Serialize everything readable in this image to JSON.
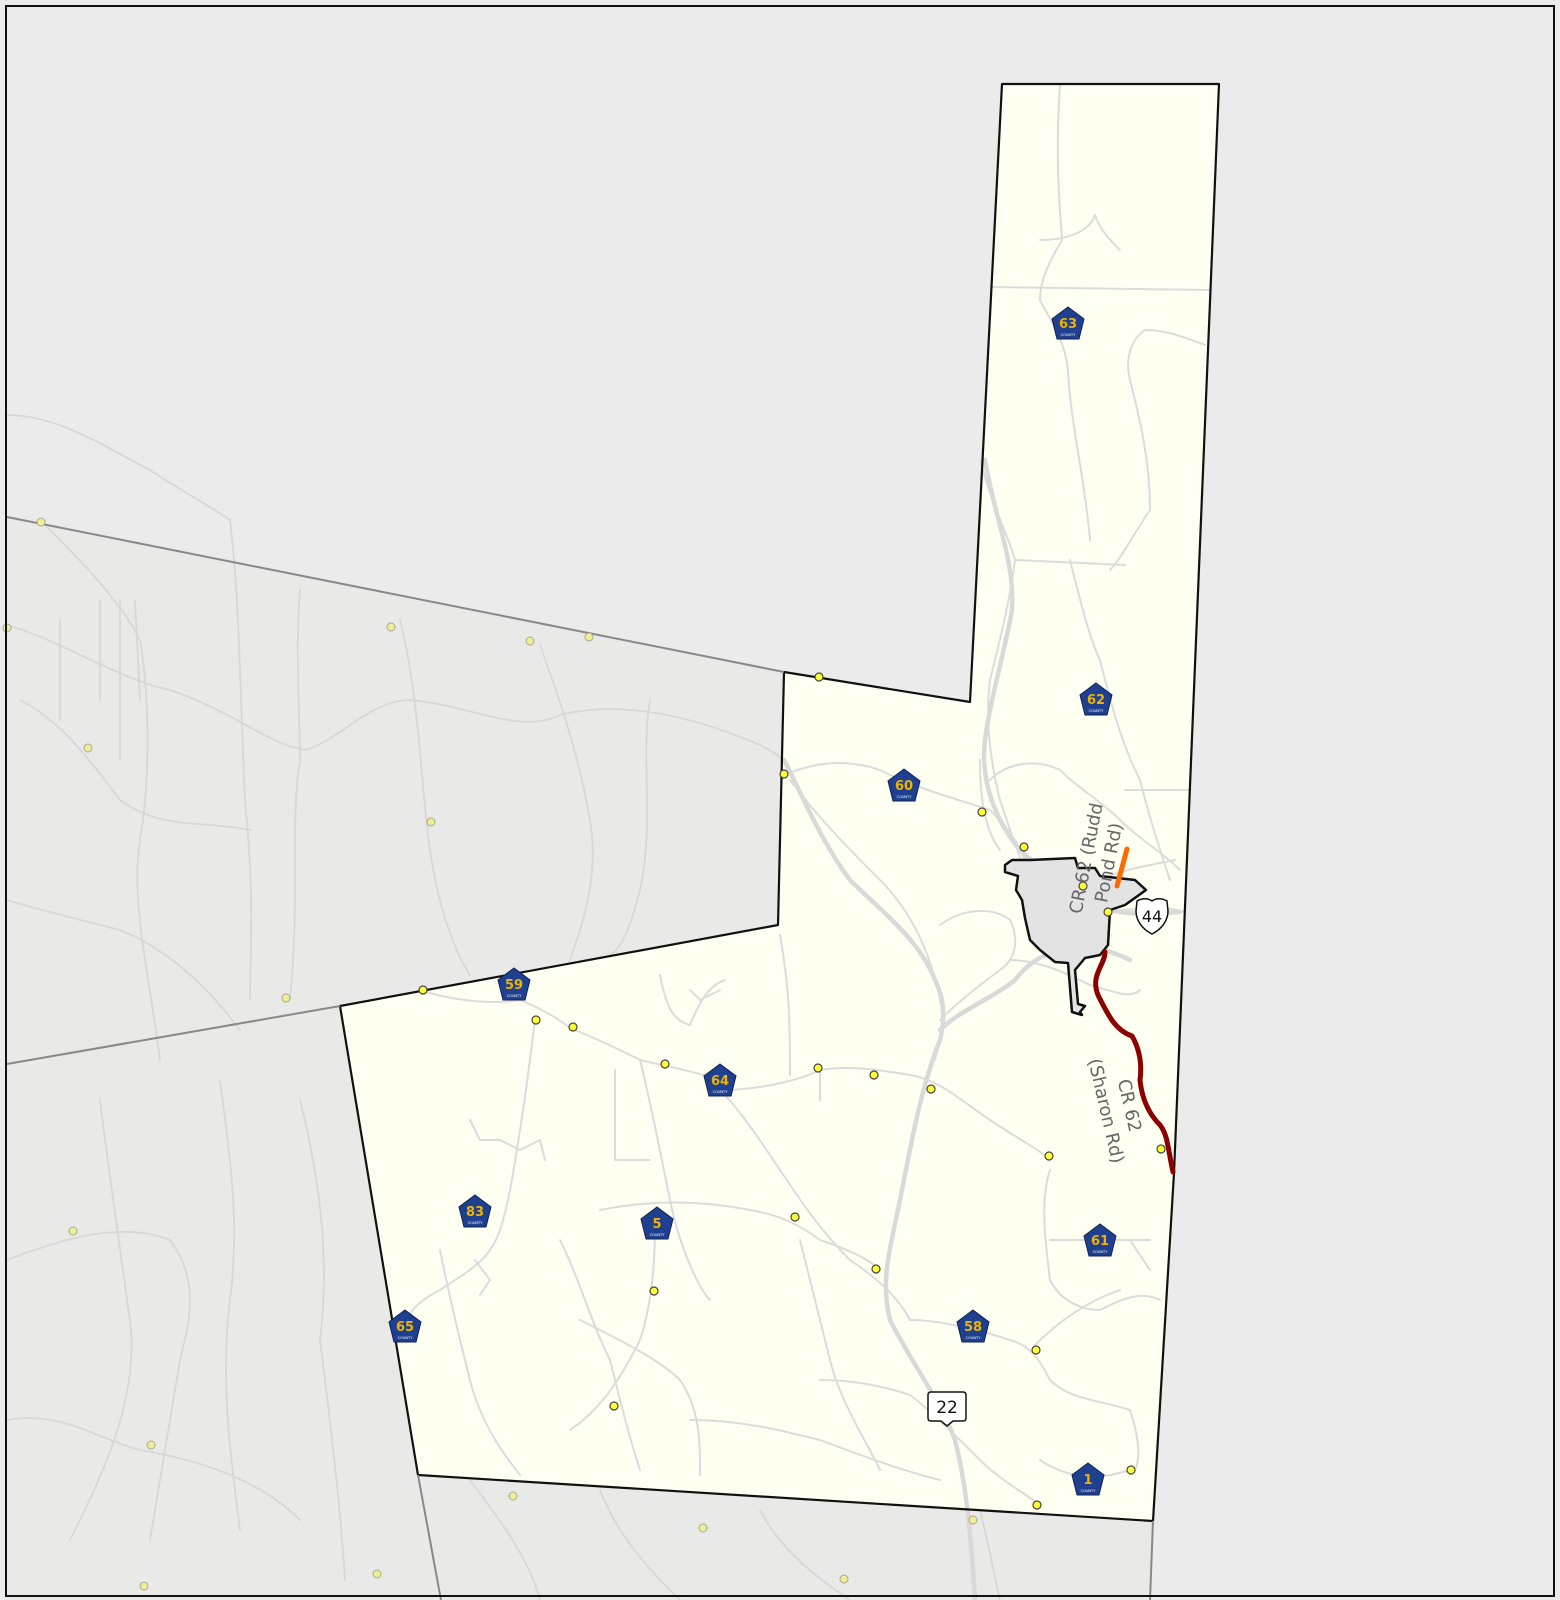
{
  "map": {
    "colors": {
      "background": "#ebebec",
      "neighbor_land": "#e9eae7",
      "town_fill": "#fffff2",
      "village_fill": "#e3e3e3",
      "town_border": "#111111",
      "county_line": "#888888",
      "roads": "#dcdcdc",
      "cr62_sharon_rd": "#8b0000",
      "cr62_rudd_pond_rd": "#ff6a00",
      "county_shield": "#1f3f8f",
      "county_shield_text": "#f0b400",
      "intersection_dot": "#ffff33"
    },
    "county_shields": [
      {
        "id": "63",
        "number": "63",
        "sub": "COUNTY"
      },
      {
        "id": "62",
        "number": "62",
        "sub": "COUNTY"
      },
      {
        "id": "60",
        "number": "60",
        "sub": "COUNTY"
      },
      {
        "id": "59",
        "number": "59",
        "sub": "COUNTY"
      },
      {
        "id": "64",
        "number": "64",
        "sub": "COUNTY"
      },
      {
        "id": "83",
        "number": "83",
        "sub": "COUNTY"
      },
      {
        "id": "5",
        "number": "5",
        "sub": "COUNTY"
      },
      {
        "id": "61",
        "number": "61",
        "sub": "COUNTY"
      },
      {
        "id": "65",
        "number": "65",
        "sub": "COUNTY"
      },
      {
        "id": "58",
        "number": "58",
        "sub": "COUNTY"
      },
      {
        "id": "1",
        "number": "1",
        "sub": "COUNTY"
      }
    ],
    "us_routes": [
      {
        "id": "us44",
        "number": "44"
      }
    ],
    "state_routes": [
      {
        "id": "ny22",
        "number": "22"
      }
    ],
    "road_labels": {
      "rudd_pond_line1": "CR 62 (Rudd",
      "rudd_pond_line2": "Pond Rd)",
      "sharon_line1": "CR 62",
      "sharon_line2": "(Sharon Rd)"
    }
  }
}
